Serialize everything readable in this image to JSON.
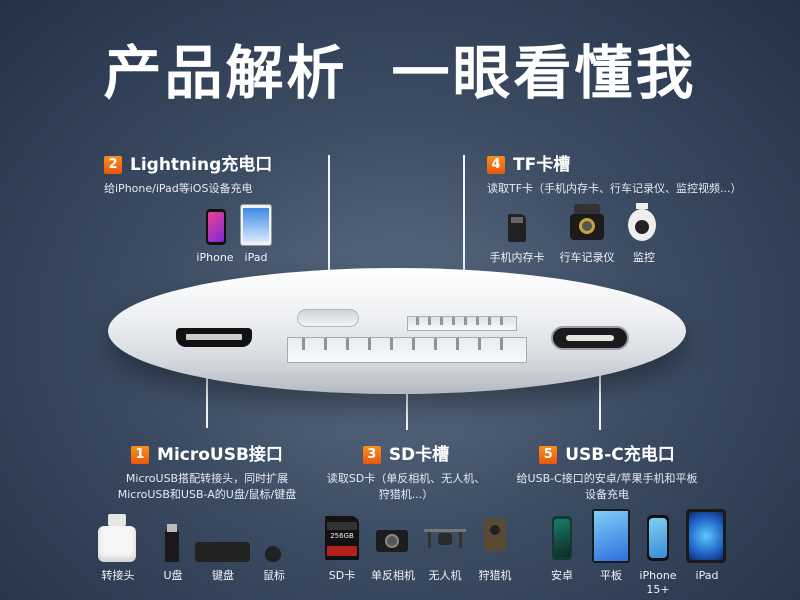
{
  "title": {
    "part1": "产品解析",
    "part2": "一眼看懂我"
  },
  "features": [
    {
      "num": "1",
      "title": "MicroUSB接口",
      "desc1": "MicroUSB搭配转接头，同时扩展",
      "desc2": "MicroUSB和USB-A的U盘/鼠标/键盘"
    },
    {
      "num": "2",
      "title": "Lightning充电口",
      "desc1": "给iPhone/iPad等iOS设备充电"
    },
    {
      "num": "3",
      "title": "SD卡槽",
      "desc1": "读取SD卡（单反相机、无人机、",
      "desc2": "狩猎机...）"
    },
    {
      "num": "4",
      "title": "TF卡槽",
      "desc1": "读取TF卡（手机内存卡、行车记录仪、监控视频...）"
    },
    {
      "num": "5",
      "title": "USB-C充电口",
      "desc1": "给USB-C接口的安卓/苹果手机和平板",
      "desc2": "设备充电"
    }
  ],
  "lightning_devices": [
    "iPhone",
    "iPad"
  ],
  "tf_devices": [
    "手机内存卡",
    "行车记录仪",
    "监控"
  ],
  "micro_devices": [
    "转接头",
    "U盘",
    "键盘",
    "鼠标"
  ],
  "sd_devices": [
    "SD卡",
    "单反相机",
    "无人机",
    "狩猎机"
  ],
  "sd_card_text": "256GB",
  "usbc_devices": [
    "安卓",
    "平板",
    "iPhone 15+",
    "iPad"
  ],
  "colors": {
    "accent": "#f7901e",
    "background": "#3c4c63"
  }
}
